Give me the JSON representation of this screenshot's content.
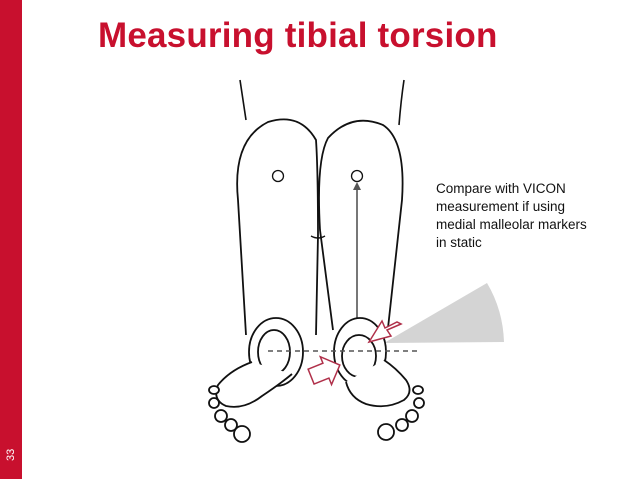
{
  "slide": {
    "title": "Measuring tibial torsion",
    "number": "33"
  },
  "annotation": {
    "lines": [
      "Compare with VICON",
      "measurement if using",
      "medial malleolar markers",
      "in static"
    ]
  },
  "colors": {
    "accent": "#c8102e",
    "outline": "#111111",
    "angle_wedge": "#d4d4d4",
    "arrow_fill": "#ffffff",
    "arrow_stroke": "#b0304a",
    "measure_line": "#555555"
  },
  "icons": {
    "knee_marker": "circle-outline",
    "rotation_arrow": "block-arrow"
  }
}
